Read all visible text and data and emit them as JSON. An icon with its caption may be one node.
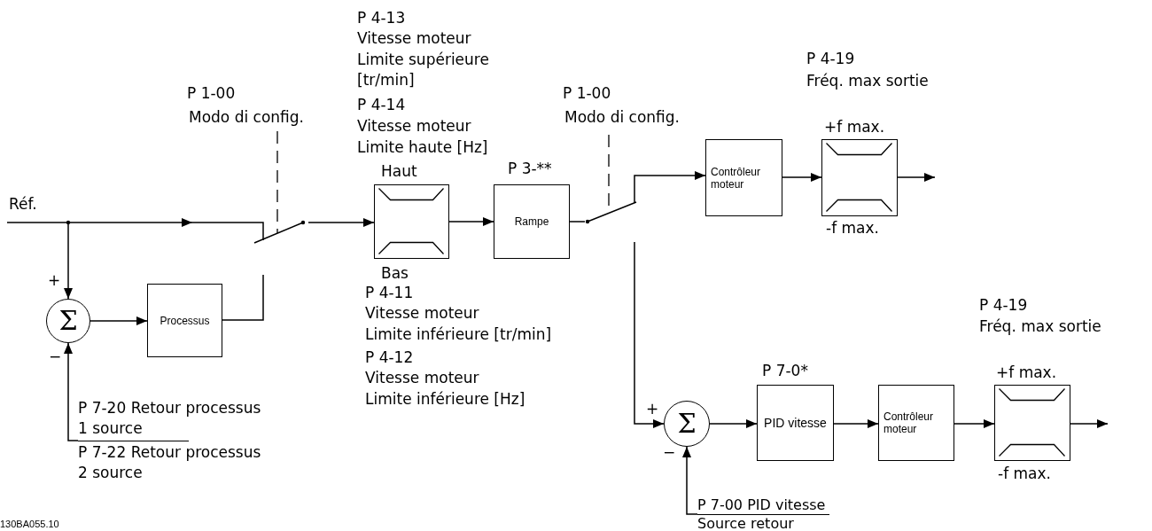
{
  "diagram": {
    "nodes": [
      {
        "text": [
          "Réf."
        ]
      },
      {
        "text": [
          "Σ"
        ]
      },
      {
        "text": [
          "Processus"
        ]
      },
      {
        "text": [],
        "shape": "switch",
        "beside": [
          "P 1-00",
          "Modo di config."
        ]
      },
      {
        "text": [
          "Haut",
          "Bas"
        ],
        "beside": [
          "P 4-13",
          "Vitesse moteur",
          "Limite supérieure [tr/min]",
          "P 4-14",
          "Vitesse moteur",
          "Limite haute [Hz]",
          "P 4-11",
          "Vitesse moteur",
          "Limite inférieure [tr/min]",
          "P 4-12",
          "Vitesse moteur",
          "Limite inférieure [Hz]"
        ]
      },
      {
        "text": [
          "P 3-**",
          "Rampe"
        ]
      },
      {
        "text": [],
        "shape": "switch",
        "beside": [
          "P 1-00",
          "Modo di config."
        ]
      },
      {
        "text": [
          "Contrôleur moteur"
        ]
      },
      {
        "text": [
          "+f max.",
          "-f max."
        ],
        "beside": [
          "P 4-19",
          "Fréq. max sortie"
        ]
      },
      {
        "text": [
          "Σ"
        ]
      },
      {
        "text": [
          "P 7-0*",
          "PID vitesse"
        ]
      },
      {
        "text": [
          "Contrôleur moteur"
        ]
      },
      {
        "text": [
          "+f max.",
          "-f max."
        ],
        "beside": [
          "P 4-19",
          "Fréq. max sortie"
        ]
      },
      {
        "text": [
          "P 7-20 Retour processus 1 source",
          "P 7-22 Retour processus 2 source"
        ]
      },
      {
        "text": [
          "P 7-00 PID vitesse",
          "Source retour"
        ]
      }
    ],
    "edges": [
      {
        "from": 0,
        "to": 3,
        "arrow": "to"
      },
      {
        "from": 0,
        "to": 1,
        "arrow": "to"
      },
      {
        "from": 1,
        "to": 2,
        "arrow": "to"
      },
      {
        "from": 2,
        "to": 3,
        "arrow": "none"
      },
      {
        "from": 3,
        "to": 4,
        "arrow": "to"
      },
      {
        "from": 4,
        "to": 5,
        "arrow": "to"
      },
      {
        "from": 5,
        "to": 6,
        "arrow": "none"
      },
      {
        "from": 6,
        "to": 7,
        "arrow": "to"
      },
      {
        "from": 7,
        "to": 8,
        "arrow": "to"
      },
      {
        "from": 8,
        "to": null,
        "arrow": "to"
      },
      {
        "from": 6,
        "to": 9,
        "arrow": "to"
      },
      {
        "from": 9,
        "to": 10,
        "arrow": "to"
      },
      {
        "from": 10,
        "to": 11,
        "arrow": "to"
      },
      {
        "from": 11,
        "to": 12,
        "arrow": "to"
      },
      {
        "from": 12,
        "to": null,
        "arrow": "to"
      },
      {
        "from": 13,
        "to": 1,
        "arrow": "to"
      },
      {
        "from": 14,
        "to": 9,
        "arrow": "to"
      }
    ],
    "labels": [
      "+",
      "−",
      "+",
      "−",
      "130BA055.10"
    ]
  }
}
